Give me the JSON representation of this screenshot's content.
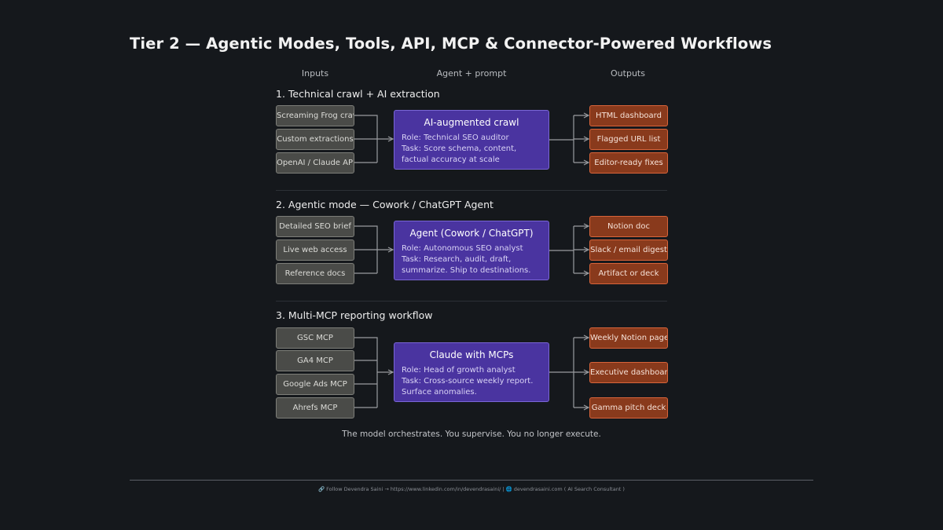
{
  "title": "Tier 2 — Agentic Modes, Tools, API, MCP & Connector-Powered Workflows",
  "columns": {
    "inputs": "Inputs",
    "agent": "Agent + prompt",
    "outputs": "Outputs"
  },
  "sections": [
    {
      "title": "1. Technical crawl + AI extraction",
      "inputs": [
        "Screaming Frog crawl",
        "Custom extractions",
        "OpenAI / Claude API"
      ],
      "agent": {
        "title": "AI-augmented crawl",
        "role": "Role: Technical SEO auditor",
        "task": "Task: Score schema, content, factual accuracy at scale"
      },
      "outputs": [
        "HTML dashboard",
        "Flagged URL list",
        "Editor-ready fixes"
      ]
    },
    {
      "title": "2. Agentic mode — Cowork / ChatGPT Agent",
      "inputs": [
        "Detailed SEO brief",
        "Live web access",
        "Reference docs"
      ],
      "agent": {
        "title": "Agent (Cowork / ChatGPT)",
        "role": "Role: Autonomous SEO analyst",
        "task": "Task: Research, audit, draft, summarize. Ship to destinations."
      },
      "outputs": [
        "Notion doc",
        "Slack / email digest",
        "Artifact or deck"
      ]
    },
    {
      "title": "3. Multi-MCP reporting workflow",
      "inputs": [
        "GSC MCP",
        "GA4 MCP",
        "Google Ads MCP",
        "Ahrefs MCP"
      ],
      "agent": {
        "title": "Claude with MCPs",
        "role": "Role: Head of growth analyst",
        "task": "Task: Cross-source weekly report. Surface anomalies."
      },
      "outputs": [
        "Weekly Notion page",
        "Executive dashboard",
        "Gamma pitch deck"
      ]
    }
  ],
  "caption": "The model orchestrates. You supervise. You no longer execute.",
  "footer": "🔗 Follow Devendra Saini → https://www.linkedin.com/in/devendrasaini/  |  🌐 devendrasaini.com ( AI Search Consultant )",
  "colors": {
    "background": "#15181c",
    "input_fill": "#4a4b48",
    "agent_fill": "#4a34a0",
    "output_fill": "#893a1c",
    "output_border": "#d8643a",
    "connector": "#9a9ca0"
  }
}
